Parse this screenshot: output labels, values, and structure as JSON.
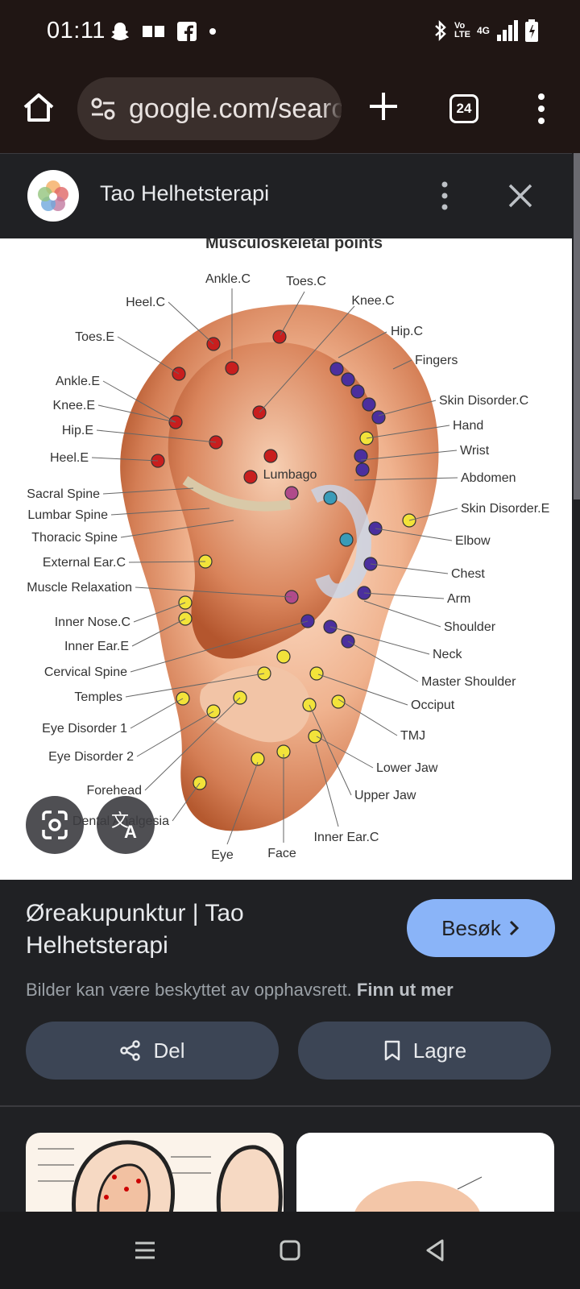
{
  "status_bar": {
    "time": "01:11",
    "network": "4G",
    "volte": "Vo LTE"
  },
  "browser": {
    "url": "google.com/search",
    "tab_count": "24"
  },
  "site": {
    "name": "Tao Helhetsterapi"
  },
  "image": {
    "title": "Musculoskeletal points",
    "labels_left": [
      "Heel.C",
      "Toes.E",
      "Ankle.E",
      "Knee.E",
      "Hip.E",
      "Heel.E",
      "Sacral Spine",
      "Lumbar Spine",
      "Thoracic Spine",
      "External Ear.C",
      "Muscle Relaxation",
      "Inner Nose.C",
      "Inner Ear.E",
      "Cervical Spine",
      "Temples",
      "Eye Disorder 1",
      "Eye Disorder 2",
      "Forehead",
      "Dental Analgesia"
    ],
    "labels_top": [
      "Ankle.C",
      "Toes.C",
      "Knee.C",
      "Hip.C"
    ],
    "labels_right": [
      "Fingers",
      "Skin Disorder.C",
      "Hand",
      "Wrist",
      "Abdomen",
      "Skin Disorder.E",
      "Elbow",
      "Chest",
      "Arm",
      "Shoulder",
      "Neck",
      "Master Shoulder",
      "Occiput",
      "TMJ",
      "Lower Jaw",
      "Upper Jaw"
    ],
    "labels_bottom": [
      "Inner Ear.C",
      "Face",
      "Eye"
    ],
    "label_center": "Lumbago"
  },
  "result": {
    "title": "Øreakupunktur | Tao Helhetsterapi",
    "visit_label": "Besøk",
    "copyright_text": "Bilder kan være beskyttet av opphavsrett.",
    "copyright_link": "Finn ut mer",
    "share_label": "Del",
    "save_label": "Lagre"
  },
  "icons": {
    "home": "home-icon",
    "site_settings": "tune-icon",
    "new_tab": "plus-icon",
    "more": "more-vert-icon",
    "close": "close-icon",
    "lens": "lens-icon",
    "translate": "translate-icon",
    "share": "share-icon",
    "bookmark": "bookmark-icon",
    "chevron": "chevron-right-icon"
  },
  "colors": {
    "accent": "#8ab4f8",
    "background": "#202124",
    "toolbar": "#201614",
    "chip": "#3c4555"
  }
}
